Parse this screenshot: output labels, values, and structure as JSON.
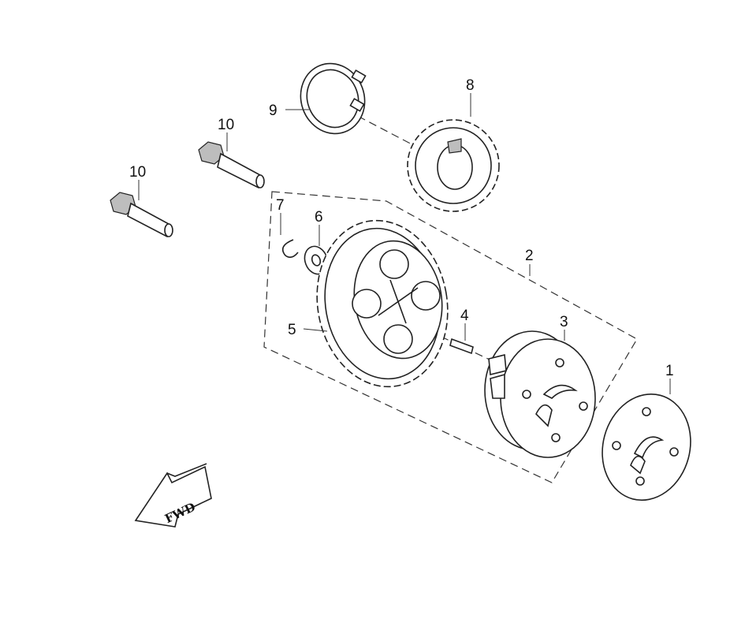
{
  "callouts": {
    "c1": "1",
    "c2": "2",
    "c3": "3",
    "c4": "4",
    "c5": "5",
    "c6": "6",
    "c7": "7",
    "c8": "8",
    "c9": "9",
    "c10a": "10",
    "c10b": "10"
  },
  "direction_label": "FWD"
}
